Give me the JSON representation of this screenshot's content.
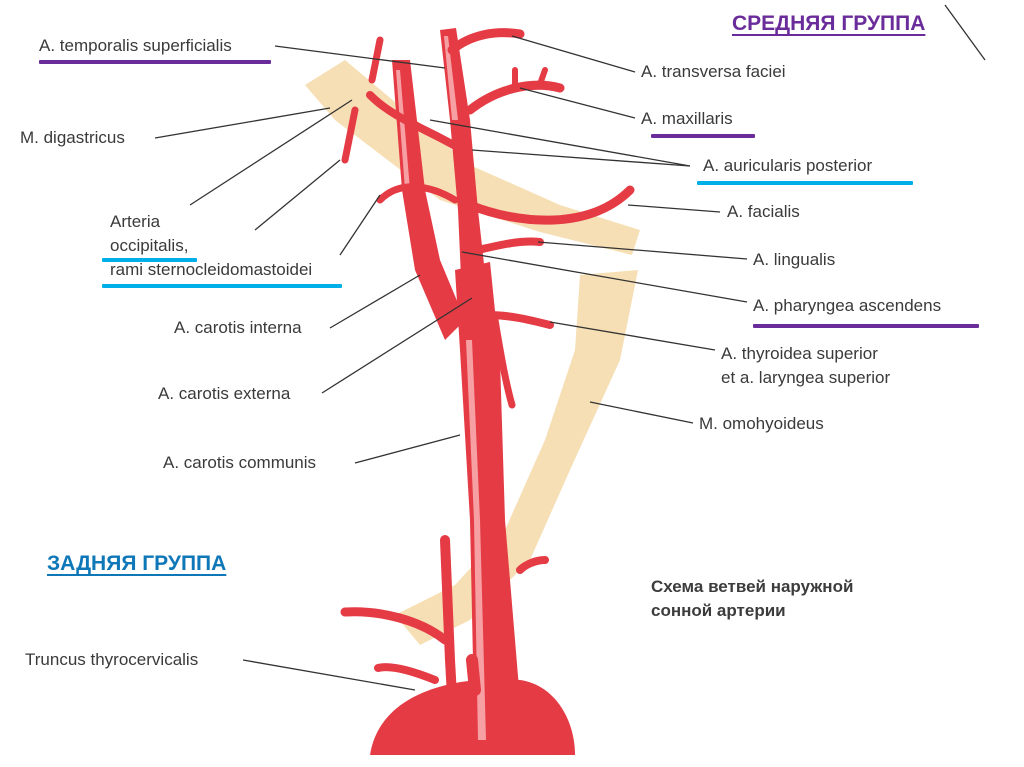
{
  "headings": {
    "middle_group": "СРЕДНЯЯ ГРУППА",
    "posterior_group": "ЗАДНЯЯ ГРУППА"
  },
  "labels": {
    "temporalis_superficialis": "A. temporalis superficialis",
    "digastricus": "M. digastricus",
    "occipitalis_1": "Arteria",
    "occipitalis_2": "occipitalis,",
    "occipitalis_3": "rami sternocleidomastoidei",
    "carotis_interna": "A. carotis interna",
    "carotis_externa": "A. carotis externa",
    "carotis_communis": "A. carotis communis",
    "truncus": "Truncus thyrocervicalis",
    "transversa_faciei": "A. transversa faciei",
    "maxillaris": "A. maxillaris",
    "auricularis_posterior": "A. auricularis posterior",
    "facialis": "A. facialis",
    "lingualis": "A. lingualis",
    "pharyngea_ascendens": "A. pharyngea ascendens",
    "thyroidea_1": "A. thyroidea superior",
    "thyroidea_2": "et a. laryngea superior",
    "omohyoideus": "M. omohyoideus"
  },
  "caption": {
    "line1": "Схема ветвей наружной",
    "line2": "сонной артерии"
  },
  "colors": {
    "purple_group": "#6a2c9a",
    "blue_group": "#0e77b8",
    "cyan_marker": "#00aee8",
    "artery_red": "#e53b45",
    "artery_highlight": "#f7a0a4",
    "muscle_tan": "#f6d9a8"
  }
}
